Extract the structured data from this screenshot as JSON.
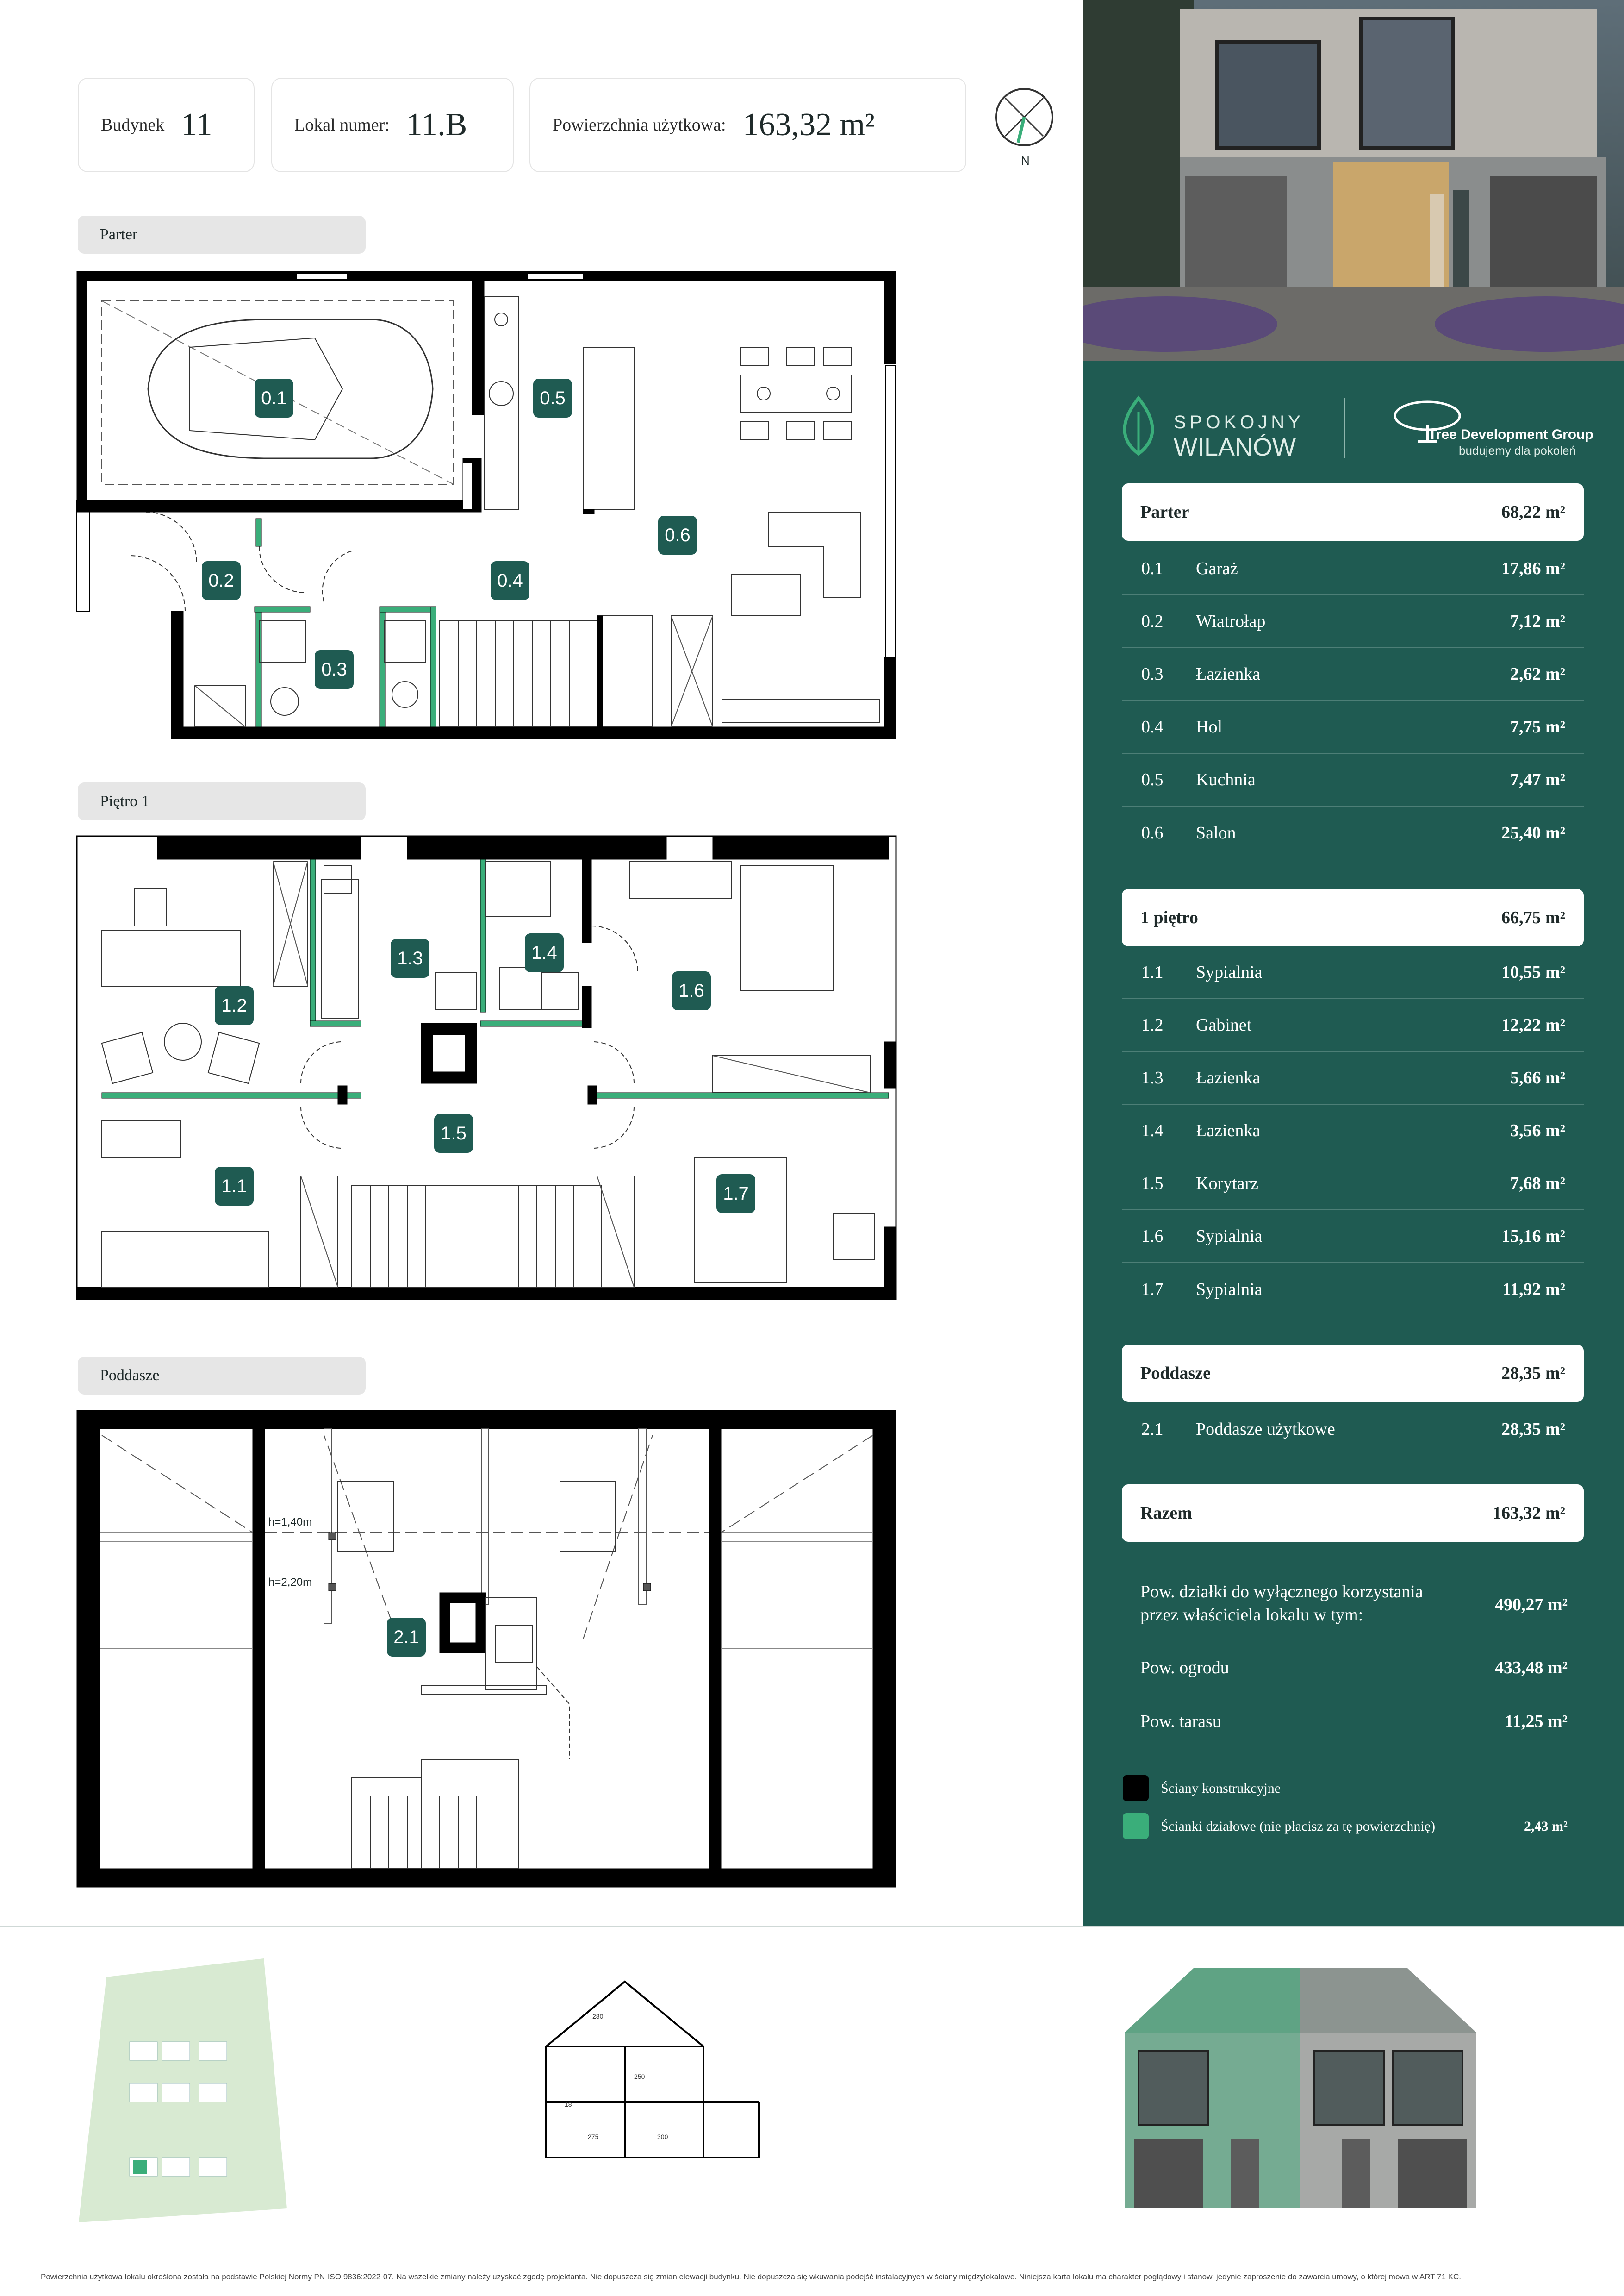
{
  "header": {
    "building_label": "Budynek",
    "building_value": "11",
    "unit_label": "Lokal numer:",
    "unit_value": "11.B",
    "area_label": "Powierzchnia użytkowa:",
    "area_value": "163,32 m²",
    "compass_label": "N"
  },
  "sections": {
    "ground_tag": "Parter",
    "first_tag": "Piętro 1",
    "attic_tag": "Poddasze"
  },
  "plan_labels": {
    "ground": [
      "0.1",
      "0.2",
      "0.3",
      "0.4",
      "0.5",
      "0.6"
    ],
    "first": [
      "1.1",
      "1.2",
      "1.3",
      "1.4",
      "1.5",
      "1.6",
      "1.7"
    ],
    "attic": [
      "2.1"
    ],
    "attic_heights": [
      "h=1,40m",
      "h=2,20m"
    ]
  },
  "brand": {
    "name_line1": "SPOKOJNY",
    "name_line2": "WILANÓW",
    "developer": "Tree Development Group",
    "developer_tagline": "budujemy dla pokoleń"
  },
  "table": {
    "ground": {
      "title": "Parter",
      "total": "68,22 m²",
      "rows": [
        {
          "no": "0.1",
          "name": "Garaż",
          "area": "17,86 m²"
        },
        {
          "no": "0.2",
          "name": "Wiatrołap",
          "area": "7,12 m²"
        },
        {
          "no": "0.3",
          "name": "Łazienka",
          "area": "2,62 m²"
        },
        {
          "no": "0.4",
          "name": "Hol",
          "area": "7,75 m²"
        },
        {
          "no": "0.5",
          "name": "Kuchnia",
          "area": "7,47 m²"
        },
        {
          "no": "0.6",
          "name": "Salon",
          "area": "25,40 m²"
        }
      ]
    },
    "first": {
      "title": "1 piętro",
      "total": "66,75 m²",
      "rows": [
        {
          "no": "1.1",
          "name": "Sypialnia",
          "area": "10,55 m²"
        },
        {
          "no": "1.2",
          "name": "Gabinet",
          "area": "12,22 m²"
        },
        {
          "no": "1.3",
          "name": "Łazienka",
          "area": "5,66 m²"
        },
        {
          "no": "1.4",
          "name": "Łazienka",
          "area": "3,56 m²"
        },
        {
          "no": "1.5",
          "name": "Korytarz",
          "area": "7,68 m²"
        },
        {
          "no": "1.6",
          "name": "Sypialnia",
          "area": "15,16 m²"
        },
        {
          "no": "1.7",
          "name": "Sypialnia",
          "area": "11,92 m²"
        }
      ]
    },
    "attic": {
      "title": "Poddasze",
      "total": "28,35 m²",
      "rows": [
        {
          "no": "2.1",
          "name": "Poddasze użytkowe",
          "area": "28,35 m²"
        }
      ]
    },
    "sum": {
      "title": "Razem",
      "total": "163,32 m²"
    }
  },
  "extras": {
    "plot_label_1": "Pow. działki do wyłącznego korzystania",
    "plot_label_2": "przez właściciela lokalu w tym:",
    "plot_value": "490,27 m²",
    "garden_label": "Pow. ogrodu",
    "garden_value": "433,48 m²",
    "terrace_label": "Pow. tarasu",
    "terrace_value": "11,25 m²"
  },
  "legend": {
    "structural": "Ściany konstrukcyjne",
    "partition": "Ścianki działowe (nie płacisz za tę powierzchnię)",
    "partition_value": "2,43 m²",
    "structural_color": "#000000",
    "partition_color": "#3aae7a"
  },
  "section_drawing": {
    "dims": [
      "280",
      "250",
      "275",
      "18",
      "300"
    ]
  },
  "footer": {
    "note": "Powierzchnia użytkowa lokalu określona została na podstawie Polskiej Normy PN-ISO 9836:2022-07. Na wszelkie zmiany należy uzyskać zgodę projektanta. Nie dopuszcza się zmian elewacji budynku. Nie dopuszcza się wkuwania podejść instalacyjnych w ściany międzylokalowe. Niniejsza karta lokalu ma charakter poglądowy i stanowi jedynie zaproszenie do zawarcia umowy, o której mowa w ART 71 KC."
  },
  "colors": {
    "panel": "#1f5b52",
    "badge": "#1f5b52",
    "accent": "#3aae7a"
  }
}
